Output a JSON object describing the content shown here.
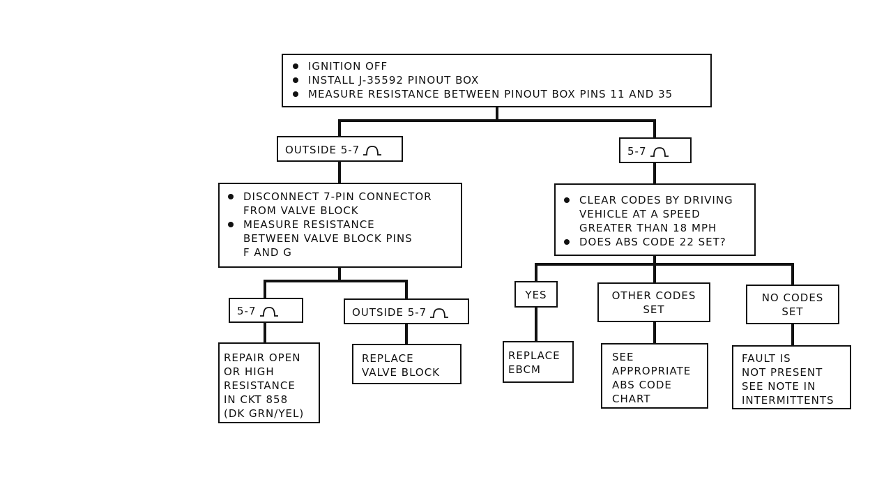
{
  "start": {
    "steps": [
      "IGNITION OFF",
      "INSTALL J-35592 PINOUT BOX",
      "MEASURE RESISTANCE BETWEEN PINOUT BOX PINS 11 AND 35"
    ]
  },
  "left_branch": {
    "label": "OUTSIDE 5-7",
    "steps": [
      "DISCONNECT 7-PIN CONNECTOR\nFROM VALVE BLOCK",
      "MEASURE RESISTANCE\nBETWEEN VALVE BLOCK PINS\nF AND G"
    ],
    "in_range": {
      "label": "5-7",
      "result": "REPAIR OPEN\nOR HIGH\nRESISTANCE\nIN CKT 858\n(DK GRN/YEL)"
    },
    "out_of_range": {
      "label": "OUTSIDE 5-7",
      "result": "REPLACE\nVALVE BLOCK"
    }
  },
  "right_branch": {
    "label": "5-7",
    "steps": [
      "CLEAR CODES BY DRIVING\nVEHICLE AT A SPEED\nGREATER THAN 18 MPH",
      "DOES ABS CODE 22 SET?"
    ],
    "yes": {
      "label": "YES",
      "result": "REPLACE\nEBCM"
    },
    "other_codes": {
      "label": "OTHER CODES\nSET",
      "result": "SEE\nAPPROPRIATE\nABS CODE\nCHART"
    },
    "no_codes": {
      "label": "NO CODES\nSET",
      "result": "FAULT IS\nNOT PRESENT\nSEE NOTE IN\nINTERMITTENTS"
    }
  },
  "icons": {
    "ohm_symbol": "ohms-symbol-icon"
  }
}
